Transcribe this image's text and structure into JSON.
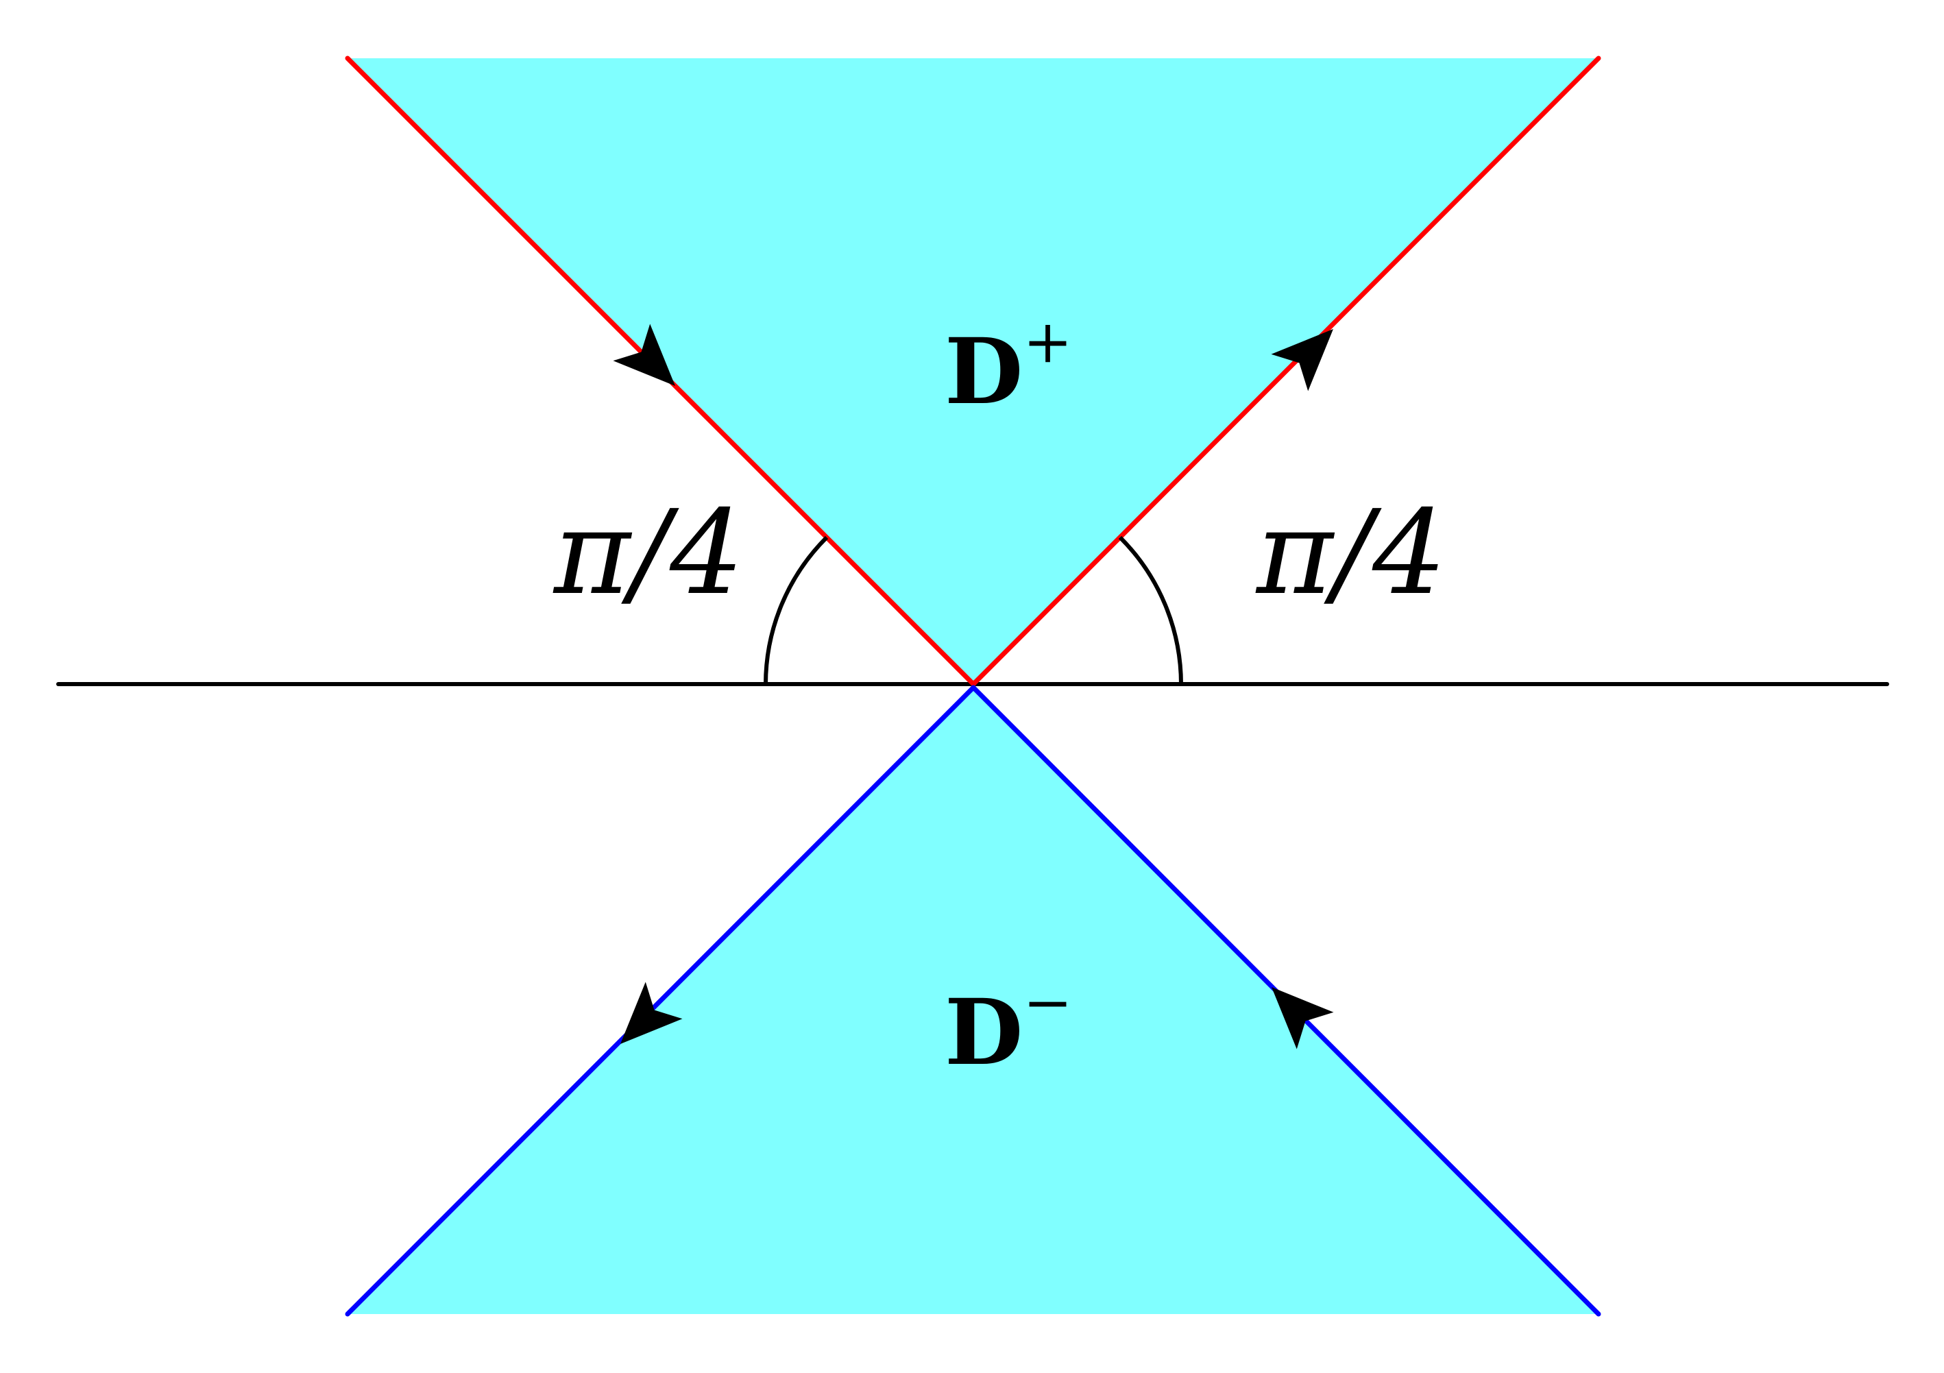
{
  "diagram": {
    "colors": {
      "fill": "#80ffff",
      "future_edges": "#ff0000",
      "past_edges": "#0000ff",
      "axis": "#000000",
      "arrows": "#000000"
    },
    "regions": {
      "future": {
        "main": "D",
        "sup": "+"
      },
      "past": {
        "main": "D",
        "sup": "−"
      }
    },
    "angles": {
      "left": "π/4",
      "right": "π/4"
    }
  }
}
